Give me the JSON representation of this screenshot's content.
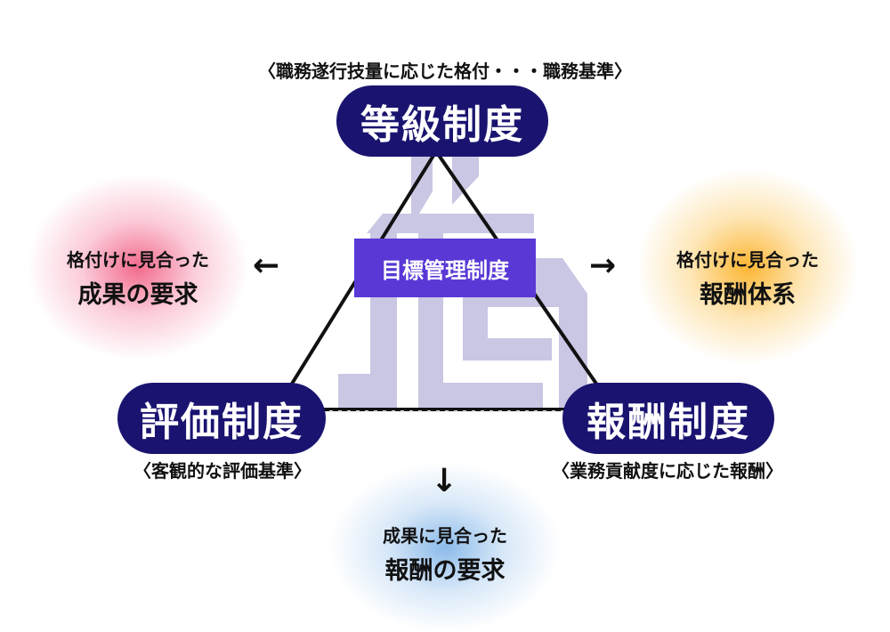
{
  "diagram": {
    "nodes": {
      "top": {
        "label": "等級制度",
        "caption": "〈職務遂行技量に応じた格付・・・職務基準〉"
      },
      "left": {
        "label": "評価制度",
        "caption": "〈客観的な評価基準〉"
      },
      "right": {
        "label": "報酬制度",
        "caption": "〈業務貢献度に応じた報酬〉"
      }
    },
    "center": {
      "label": "目標管理制度"
    },
    "outcomes": {
      "left": {
        "line1": "格付けに見合った",
        "line2": "成果の要求"
      },
      "right": {
        "line1": "格付けに見合った",
        "line2": "報酬体系"
      },
      "bottom": {
        "line1": "成果に見合った",
        "line2": "報酬の要求"
      }
    },
    "arrows": {
      "left": "←",
      "right": "→",
      "down": "↓"
    }
  },
  "colors": {
    "pill": "#1a1470",
    "center_box": "#5a38d6",
    "watermark": "#c9c7e3",
    "glow_left": "#f05078",
    "glow_right": "#fcb228",
    "glow_bottom": "#78afe6"
  }
}
